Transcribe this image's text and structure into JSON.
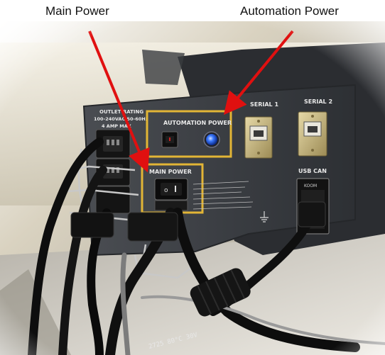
{
  "callouts": {
    "main_power": "Main Power",
    "automation_power": "Automation Power"
  },
  "panel": {
    "outlet_rating_title": "OUTLET RATING",
    "outlet_rating_line1": "100-240VAC 50-60Hz",
    "outlet_rating_line2": "4 AMP MAX",
    "automation_power_label": "AUTOMATION POWER",
    "main_power_label": "MAIN POWER",
    "serial1_label": "SERIAL 1",
    "serial2_label": "SERIAL 2",
    "usb_can_label": "USB CAN",
    "usb_brand": "KOOM",
    "cable_print": "2725  80°C  30V"
  },
  "colors": {
    "highlight_box": "#e2b536",
    "arrow": "#e01010",
    "panel": "#3d4044",
    "led": "#3d7bff"
  }
}
